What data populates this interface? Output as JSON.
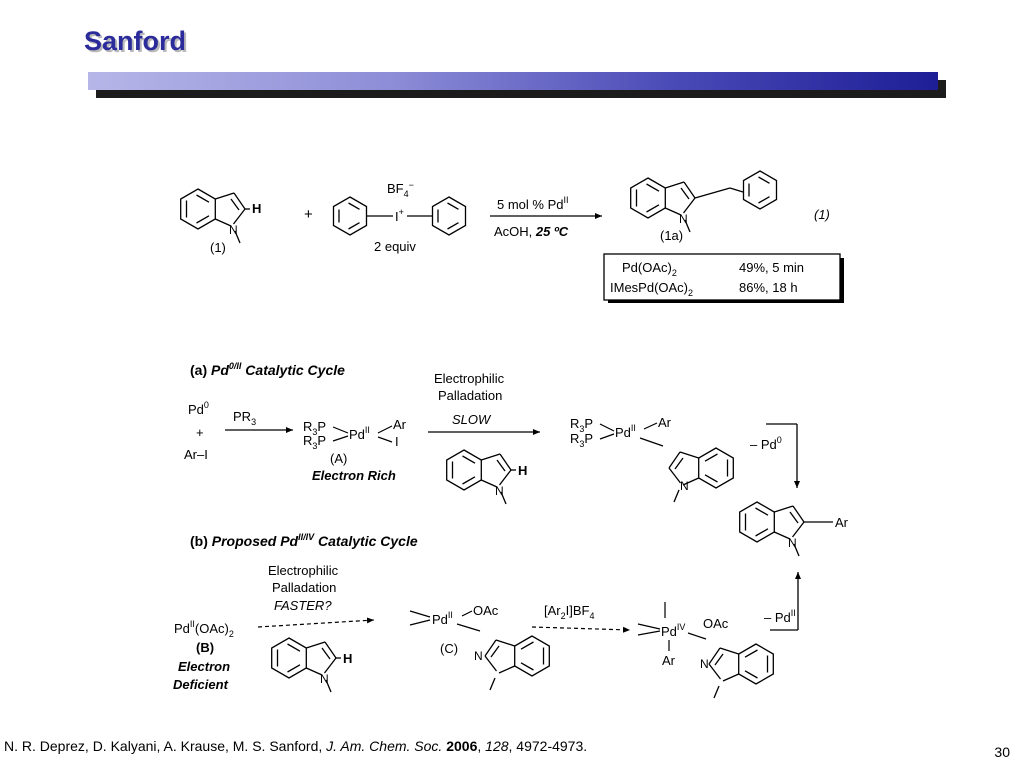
{
  "slide": {
    "title": "Sanford",
    "page_number": "30"
  },
  "citation": {
    "authors": "N. R. Deprez, D. Kalyani, A. Krause, M. S. Sanford, ",
    "journal": "J. Am. Chem. Soc.",
    "year": "2006",
    "volume": "128",
    "pages": ", 4972-4973."
  },
  "reaction": {
    "reagent": "2 equiv",
    "condition_top": "5 mol % Pd",
    "condition_top_sup": "II",
    "condition_bottom": "AcOH, ",
    "condition_bottom_bold": "25 ºC",
    "equation_number": "(1)",
    "substrate_label": "(1)",
    "product_label": "(1a)",
    "yields": [
      {
        "catalyst": "Pd(OAc)",
        "catalyst_sub": "2",
        "result": "49%, 5 min"
      },
      {
        "catalyst": "IMesPd(OAc)",
        "catalyst_sub": "2",
        "result": "86%, 18 h"
      }
    ]
  },
  "cycle_a": {
    "heading_prefix": "(a) ",
    "heading": "Pd",
    "heading_sup": "0/II",
    "heading_suffix": " Catalytic Cycle",
    "start_top": "Pd",
    "start_top_sup": "0",
    "start_plus": "+",
    "start_bottom": "Ar–I",
    "step1": "PR",
    "step1_sub": "3",
    "complex_label": "(A)",
    "complex_desc": "Electron Rich",
    "step2_line1": "Electrophilic",
    "step2_line2": "Palladation",
    "step2_rate": "SLOW",
    "step3": "– Pd",
    "step3_sup": "0"
  },
  "cycle_b": {
    "heading_prefix": "(b) ",
    "heading": "Proposed Pd",
    "heading_sup": "II/IV",
    "heading_suffix": " Catalytic Cycle",
    "start": "Pd",
    "start_sup": "II",
    "start_suffix": "(OAc)",
    "start_sub": "2",
    "start_label": "(B)",
    "start_desc_line1": "Electron",
    "start_desc_line2": "Deficient",
    "step1_line1": "Electrophilic",
    "step1_line2": "Palladation",
    "step1_rate": "FASTER?",
    "complex_label": "(C)",
    "step2": "[Ar",
    "step2_sub": "2",
    "step2_suffix": "I]BF",
    "step2_sub2": "4",
    "step3": "– Pd",
    "step3_sup": "II"
  }
}
